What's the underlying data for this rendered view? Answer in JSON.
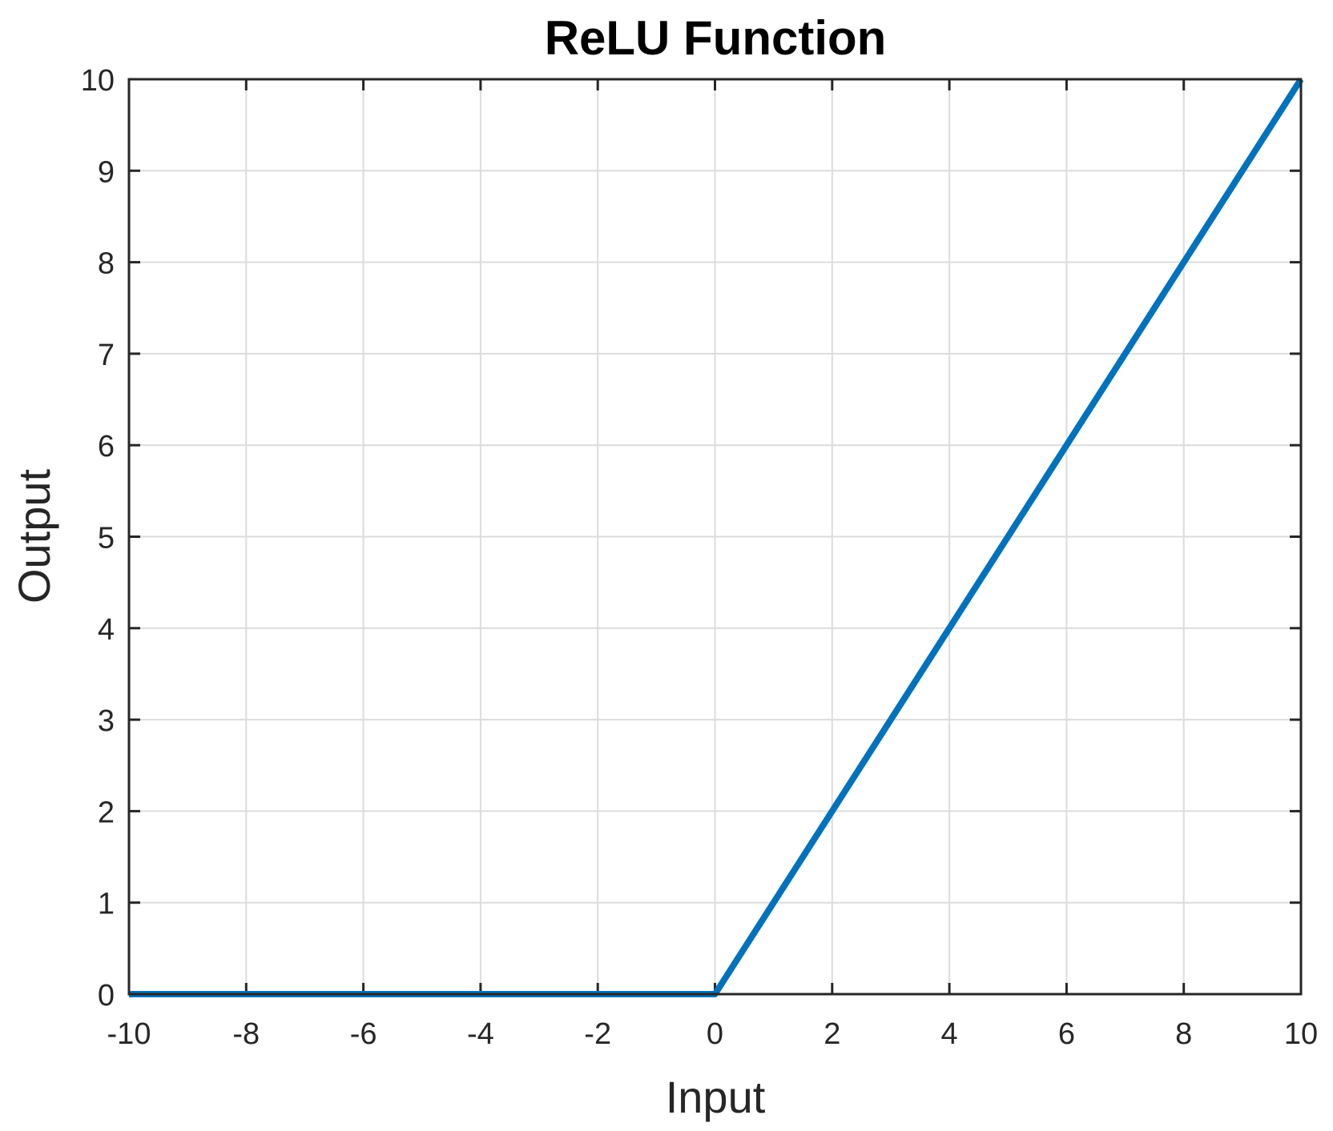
{
  "chart_data": {
    "type": "line",
    "title": "ReLU Function",
    "xlabel": "Input",
    "ylabel": "Output",
    "xlim": [
      -10,
      10
    ],
    "ylim": [
      0,
      10
    ],
    "xticks": [
      -10,
      -8,
      -6,
      -4,
      -2,
      0,
      2,
      4,
      6,
      8,
      10
    ],
    "yticks": [
      0,
      1,
      2,
      3,
      4,
      5,
      6,
      7,
      8,
      9,
      10
    ],
    "grid": true,
    "series": [
      {
        "x": [
          -10,
          0,
          10
        ],
        "y": [
          0,
          0,
          10
        ],
        "color": "#0072BD"
      }
    ]
  }
}
